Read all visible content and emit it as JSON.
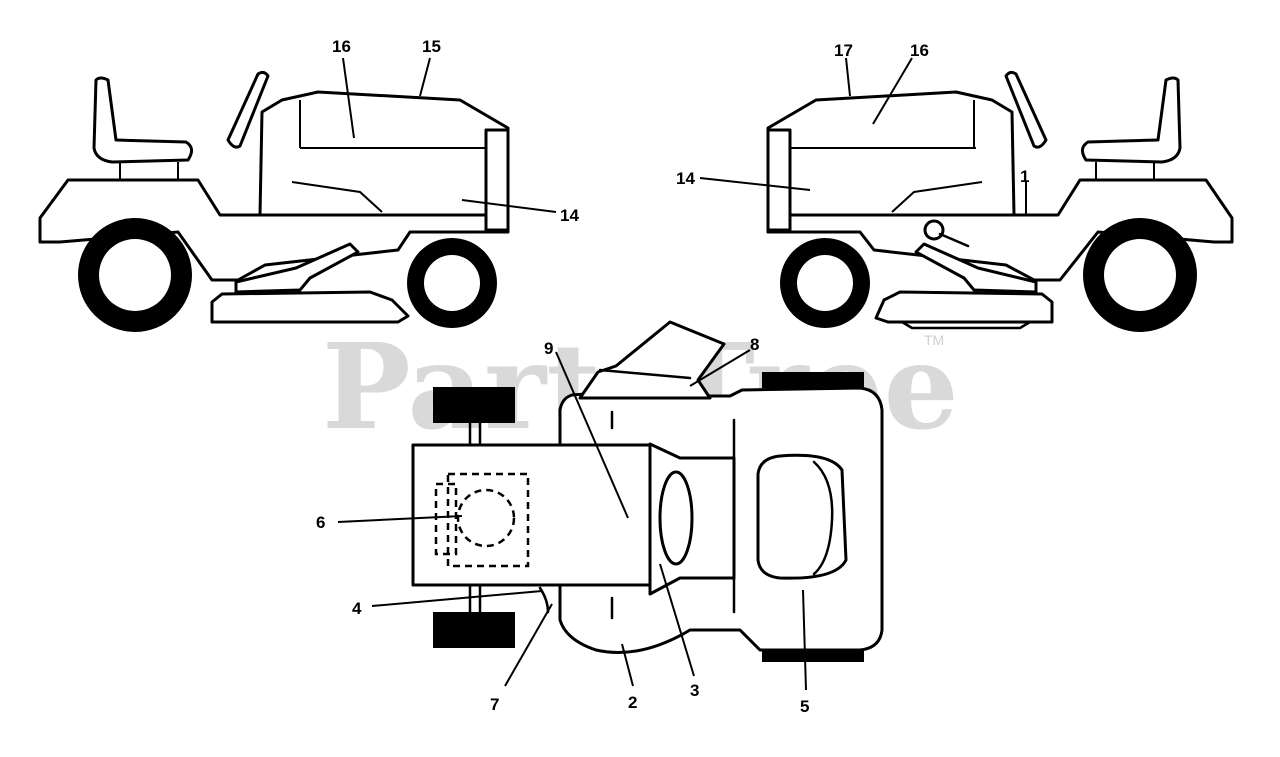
{
  "watermark": {
    "text": "PartsTree",
    "trademark": "TM"
  },
  "diagram": {
    "callouts": {
      "left_16": "16",
      "left_15": "15",
      "left_14": "14",
      "right_17": "17",
      "right_16": "16",
      "right_14": "14",
      "right_1": "1",
      "top_9": "9",
      "top_8": "8",
      "top_6": "6",
      "top_4": "4",
      "top_7": "7",
      "top_2": "2",
      "top_3": "3",
      "top_5": "5"
    }
  }
}
